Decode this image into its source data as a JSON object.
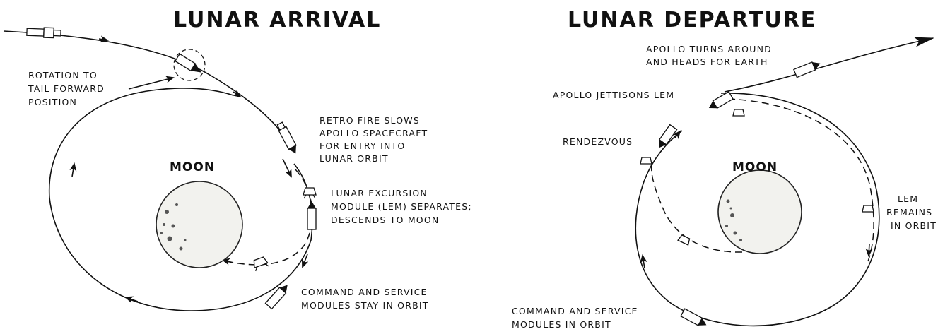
{
  "left_panel": {
    "title": "LUNAR ARRIVAL",
    "moon_label": "MOON",
    "labels": {
      "rotation": [
        "ROTATION TO",
        "TAIL FORWARD",
        "POSITION"
      ],
      "retro": [
        "RETRO FIRE SLOWS",
        "APOLLO SPACECRAFT",
        "FOR ENTRY INTO",
        "LUNAR ORBIT"
      ],
      "lem_separates": [
        "LUNAR EXCURSION",
        "MODULE (LEM) SEPARATES;",
        "DESCENDS TO MOON"
      ],
      "csm_orbit": [
        "COMMAND AND SERVICE",
        "MODULES STAY IN ORBIT"
      ]
    }
  },
  "right_panel": {
    "title": "LUNAR DEPARTURE",
    "moon_label": "MOON",
    "labels": {
      "turns_around": [
        "APOLLO TURNS AROUND",
        "AND HEADS FOR EARTH"
      ],
      "jettisons": [
        "APOLLO JETTISONS LEM"
      ],
      "rendezvous": [
        "RENDEZVOUS"
      ],
      "lem_remains": [
        "LEM",
        "REMAINS",
        "IN ORBIT"
      ],
      "csm_orbit": [
        "COMMAND AND SERVICE",
        "MODULES IN ORBIT"
      ]
    }
  }
}
